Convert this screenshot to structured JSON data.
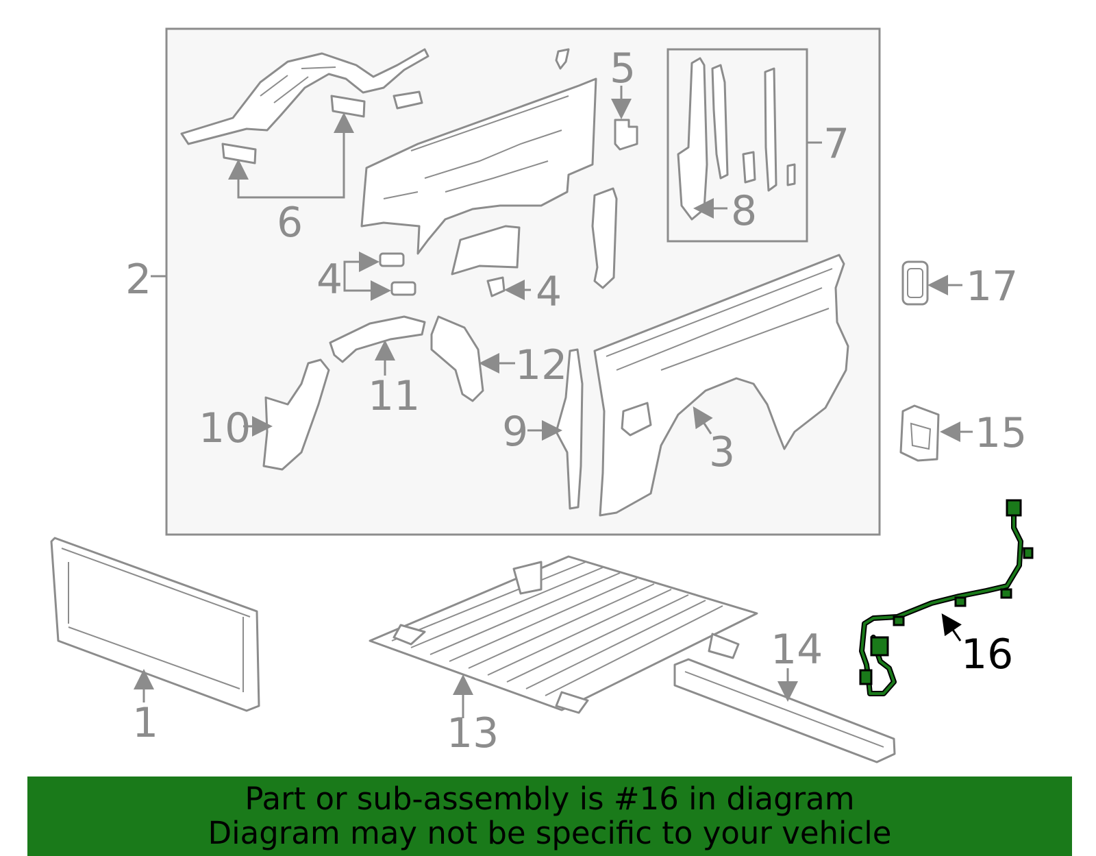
{
  "colors": {
    "outline": "#8c8c8c",
    "box_fill": "#f7f7f7",
    "highlight_part": "#1a7a1a",
    "banner_bg": "#1a7a1a",
    "banner_text": "#000000"
  },
  "callouts": {
    "c1": "1",
    "c2": "2",
    "c3": "3",
    "c4a": "4",
    "c4b": "4",
    "c5": "5",
    "c6": "6",
    "c7": "7",
    "c8": "8",
    "c9": "9",
    "c10": "10",
    "c11": "11",
    "c12": "12",
    "c13": "13",
    "c14": "14",
    "c15": "15",
    "c16": "16",
    "c17": "17"
  },
  "highlighted_part": "16",
  "banner": {
    "line1": "Part or sub-assembly is #16 in diagram",
    "line2": "Diagram may not be specific to your vehicle"
  }
}
